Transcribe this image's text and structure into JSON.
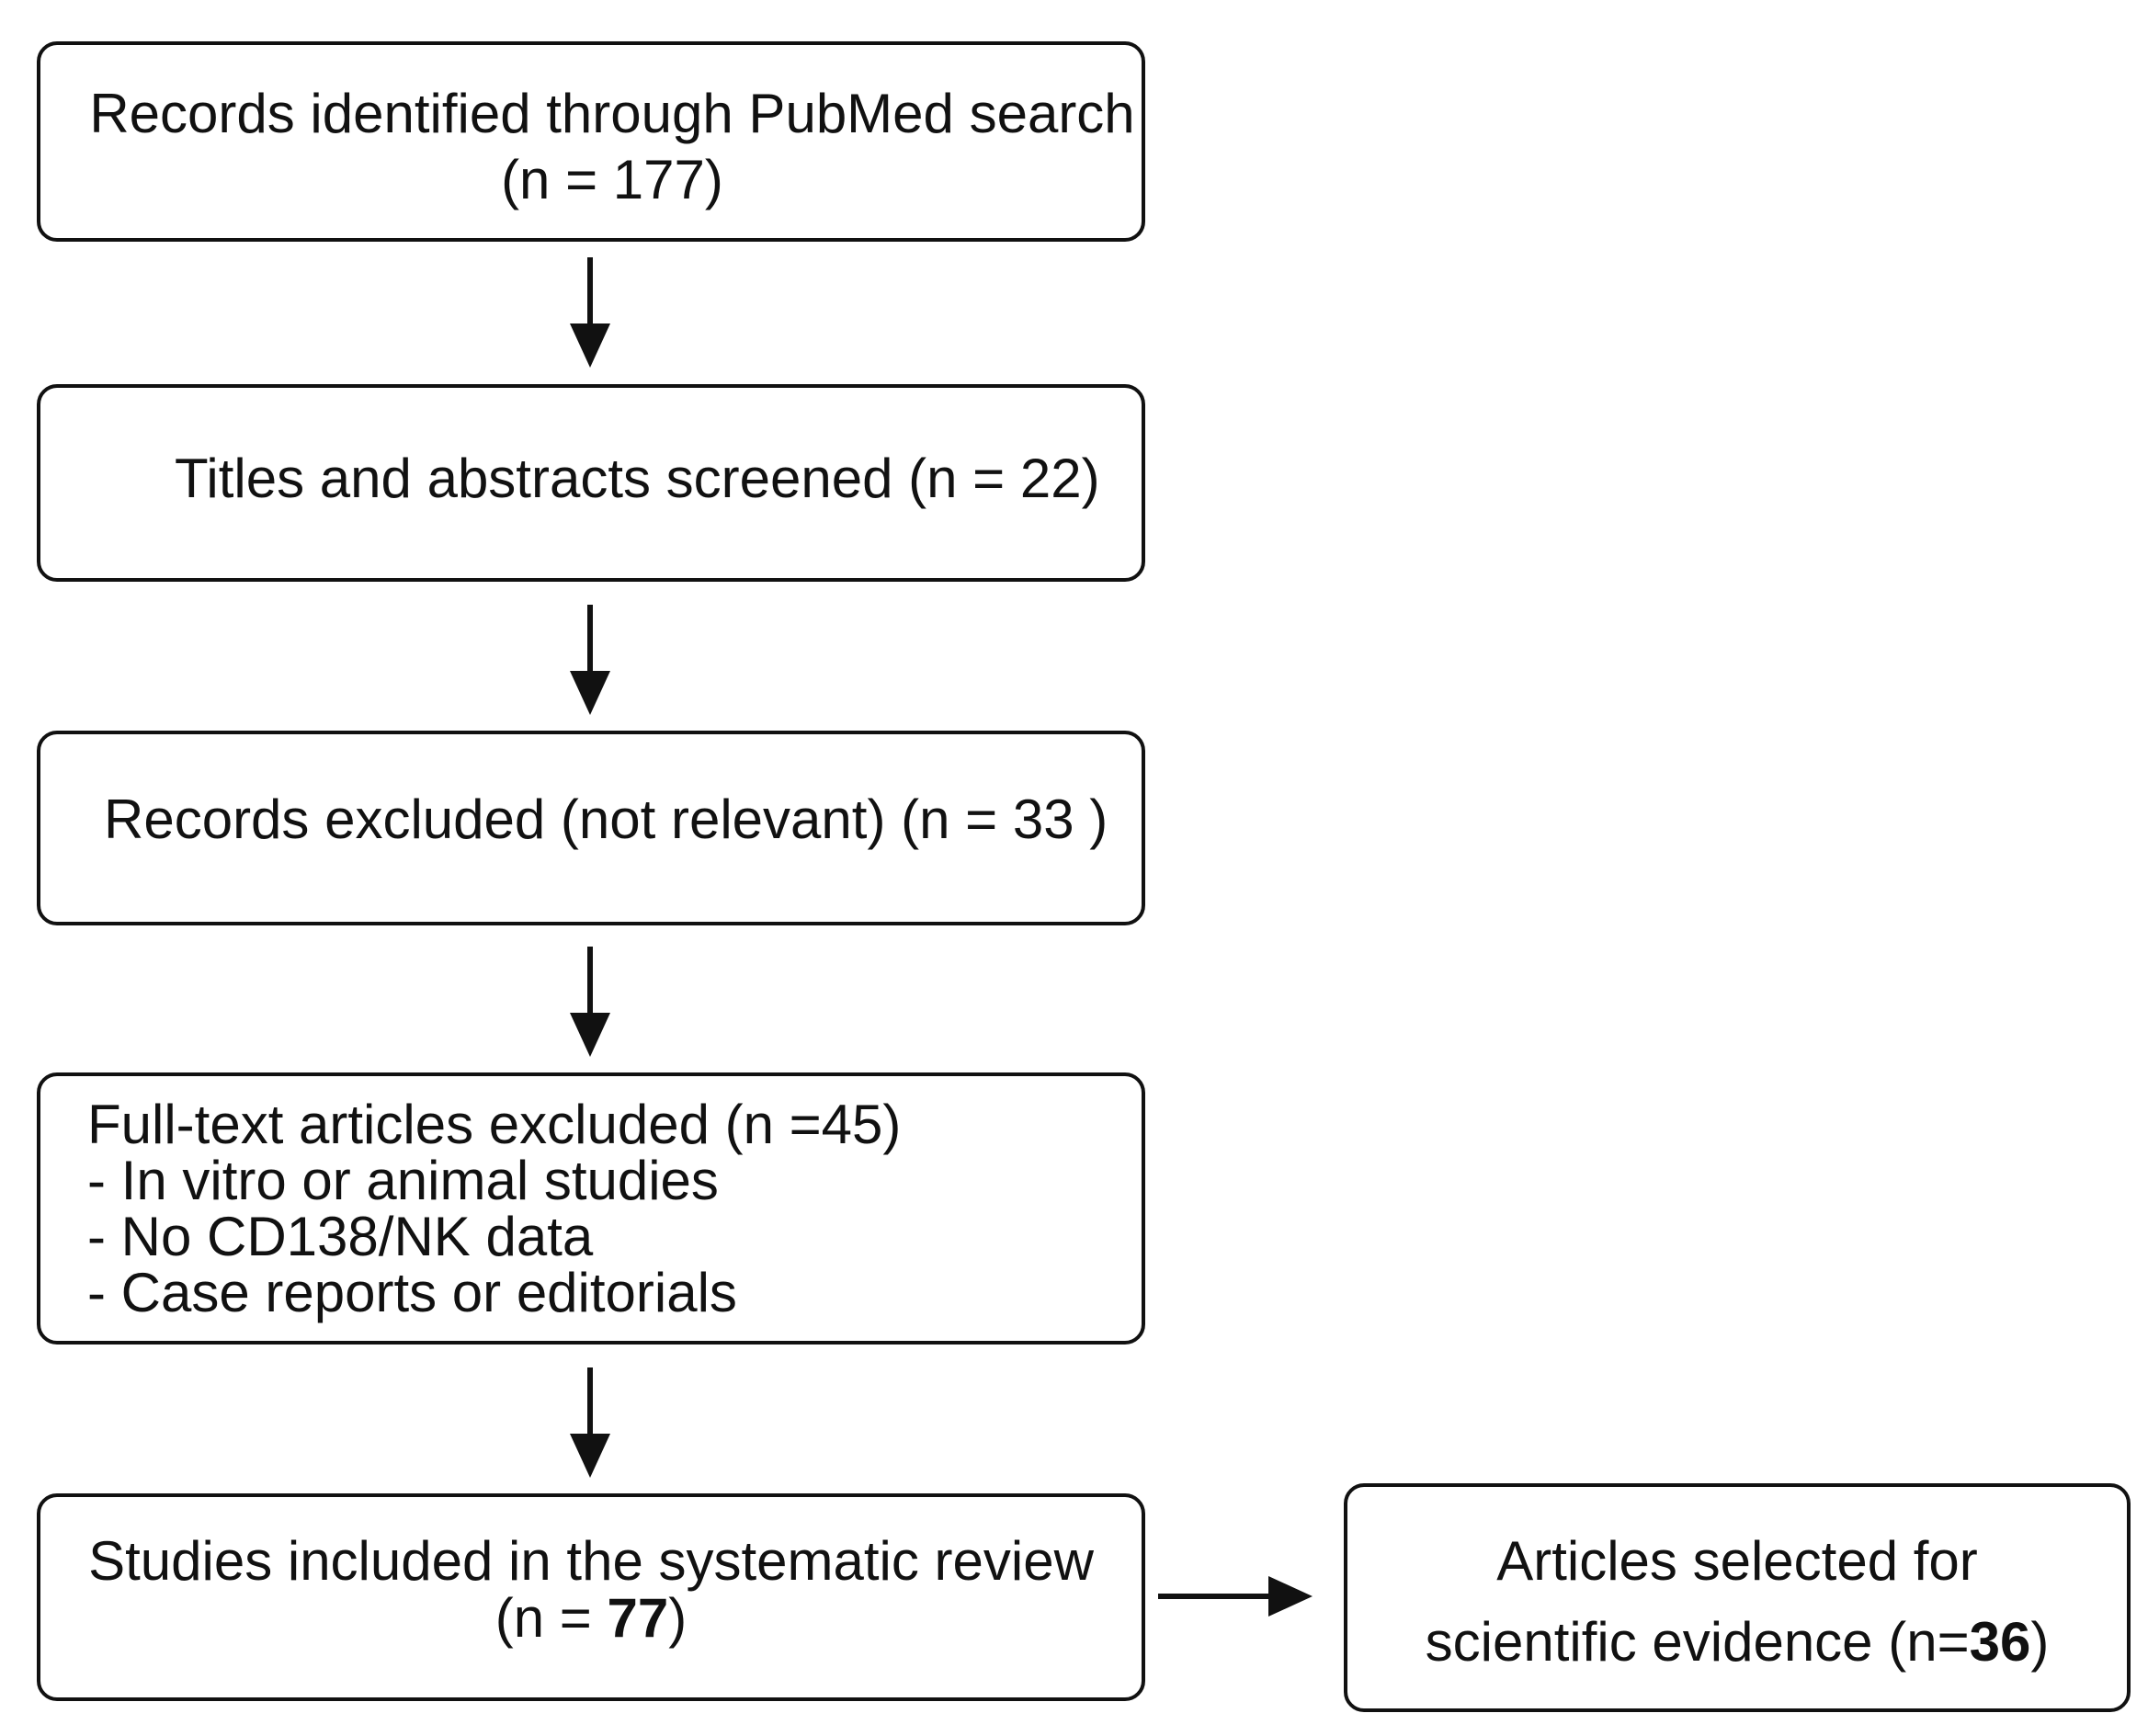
{
  "boxes": {
    "identified": {
      "line1": "Records identified through PubMed search",
      "line2": "(n = 177)"
    },
    "screened": {
      "line1": "Titles and abstracts screened (n = 22)"
    },
    "excluded_records": {
      "line1": "Records excluded (not relevant) (n = 33 )"
    },
    "excluded_fulltext": {
      "line1": "Full-text articles excluded (n =45)",
      "item1": "- In vitro or animal studies",
      "item2": "- No CD138/NK data",
      "item3": "- Case reports or editorials"
    },
    "included": {
      "line1": "Studies included in the systematic review",
      "line2_prefix": "(n = ",
      "line2_bold": "77",
      "line2_suffix": ")"
    },
    "selected": {
      "line1": "Articles selected for",
      "line2_prefix": "scientific evidence (n=",
      "line2_bold": "36",
      "line2_suffix": ")"
    }
  },
  "colors": {
    "stroke": "#111111",
    "background": "#ffffff"
  }
}
